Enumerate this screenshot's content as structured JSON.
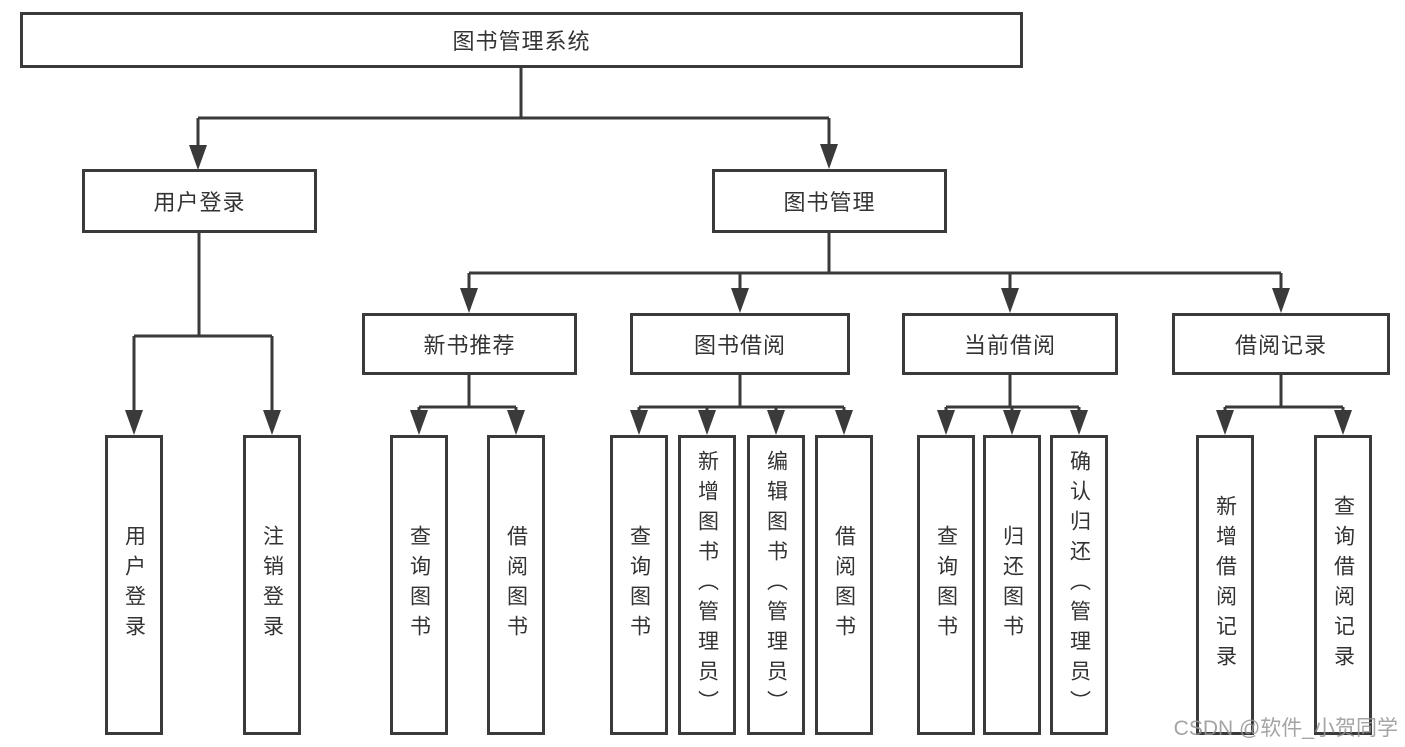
{
  "root": {
    "label": "图书管理系统"
  },
  "level2": [
    {
      "label": "用户登录"
    },
    {
      "label": "图书管理"
    }
  ],
  "level3": [
    {
      "label": "新书推荐"
    },
    {
      "label": "图书借阅"
    },
    {
      "label": "当前借阅"
    },
    {
      "label": "借阅记录"
    }
  ],
  "leafGroups": [
    {
      "items": [
        "用户登录",
        "注销登录"
      ]
    },
    {
      "items": [
        "查询图书",
        "借阅图书"
      ]
    },
    {
      "items": [
        "查询图书",
        "新增图书（管理员）",
        "编辑图书（管理员）",
        "借阅图书"
      ]
    },
    {
      "items": [
        "查询图书",
        "归还图书",
        "确认归还（管理员）"
      ]
    },
    {
      "items": [
        "新增借阅记录",
        "查询借阅记录"
      ]
    }
  ],
  "watermark": "CSDN @软件_小贺同学",
  "colors": {
    "line": "#3a3a3a",
    "text": "#333333",
    "background": "#ffffff",
    "watermark": "#949494"
  }
}
